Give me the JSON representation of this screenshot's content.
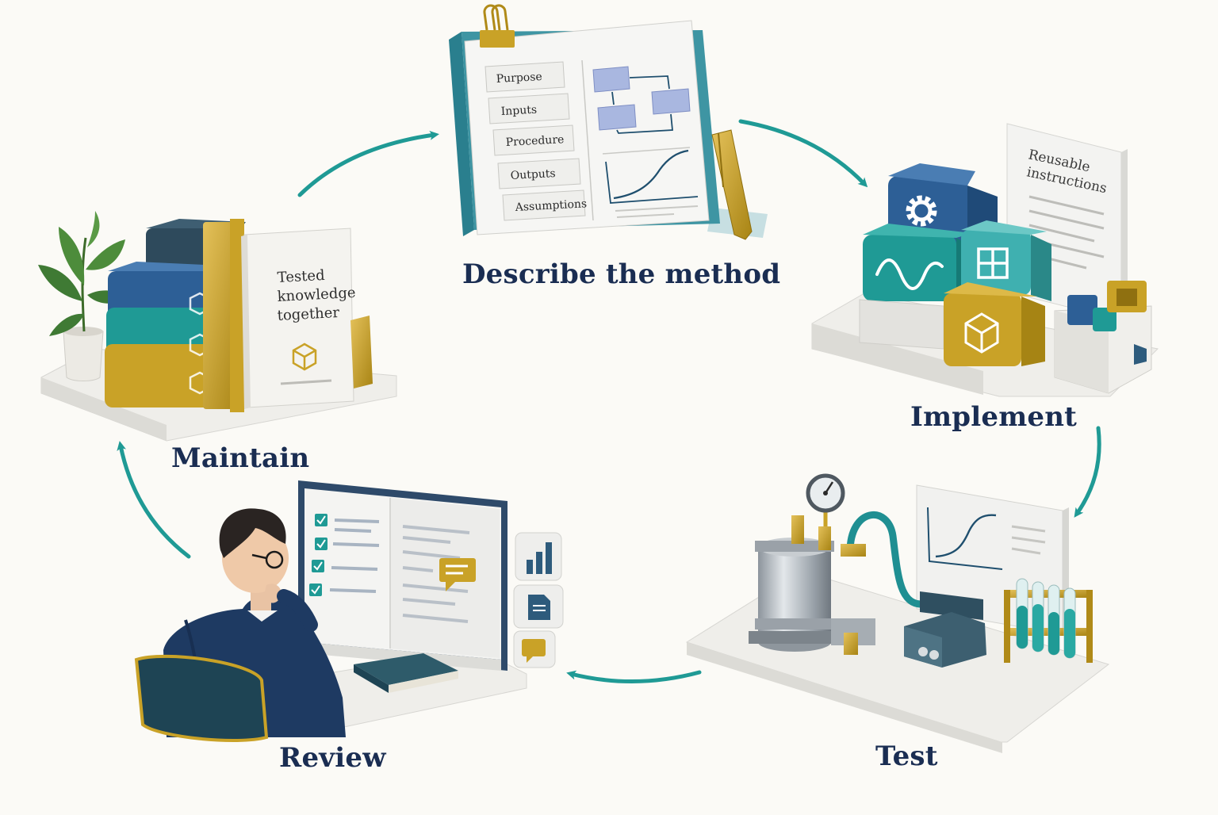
{
  "stages": {
    "describe": {
      "label": "Describe the method",
      "fields": [
        "Purpose",
        "Inputs",
        "Procedure",
        "Outputs",
        "Assumptions"
      ]
    },
    "implement": {
      "label": "Implement",
      "card_text": [
        "Reusable",
        "instructions"
      ]
    },
    "test": {
      "label": "Test"
    },
    "review": {
      "label": "Review"
    },
    "maintain": {
      "label": "Maintain",
      "book_text": [
        "Tested",
        "knowledge",
        "together"
      ]
    }
  },
  "icons": {
    "describe": [
      "binder-clip-icon",
      "flowchart-icon",
      "curve-chart-icon",
      "pen-icon"
    ],
    "implement": [
      "gear-icon",
      "wave-icon",
      "grid-icon",
      "cube-icon"
    ],
    "test": [
      "pressure-gauge-icon",
      "test-tubes-icon",
      "curve-chart-icon"
    ],
    "review": [
      "checkbox-icon",
      "comment-icon",
      "bar-chart-icon",
      "document-icon"
    ],
    "maintain": [
      "plant-icon",
      "cube-icon"
    ]
  },
  "colors": {
    "navy": "#1a2d52",
    "teal": "#1f9a95",
    "blue": "#2d5f96",
    "gold": "#c9a227",
    "slate": "#2e4a5c"
  }
}
